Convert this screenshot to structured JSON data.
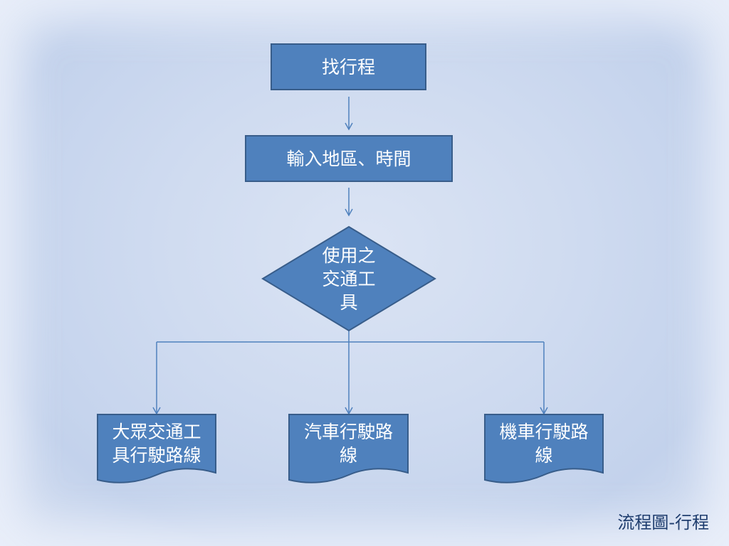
{
  "diagram": {
    "start": {
      "label": "找行程"
    },
    "input": {
      "label": "輸入地區、時間"
    },
    "decision": {
      "label": "使用之\n交通工\n具"
    },
    "outputs": [
      {
        "label": "大眾交通工\n具行駛路線"
      },
      {
        "label": "汽車行駛路\n線"
      },
      {
        "label": "機車行駛路\n線"
      }
    ],
    "caption": "流程圖-行程"
  },
  "colors": {
    "node_fill": "#4f81bd",
    "node_border": "#385d8a",
    "connector": "#4f81bd",
    "caption_text": "#1f3d6e"
  }
}
